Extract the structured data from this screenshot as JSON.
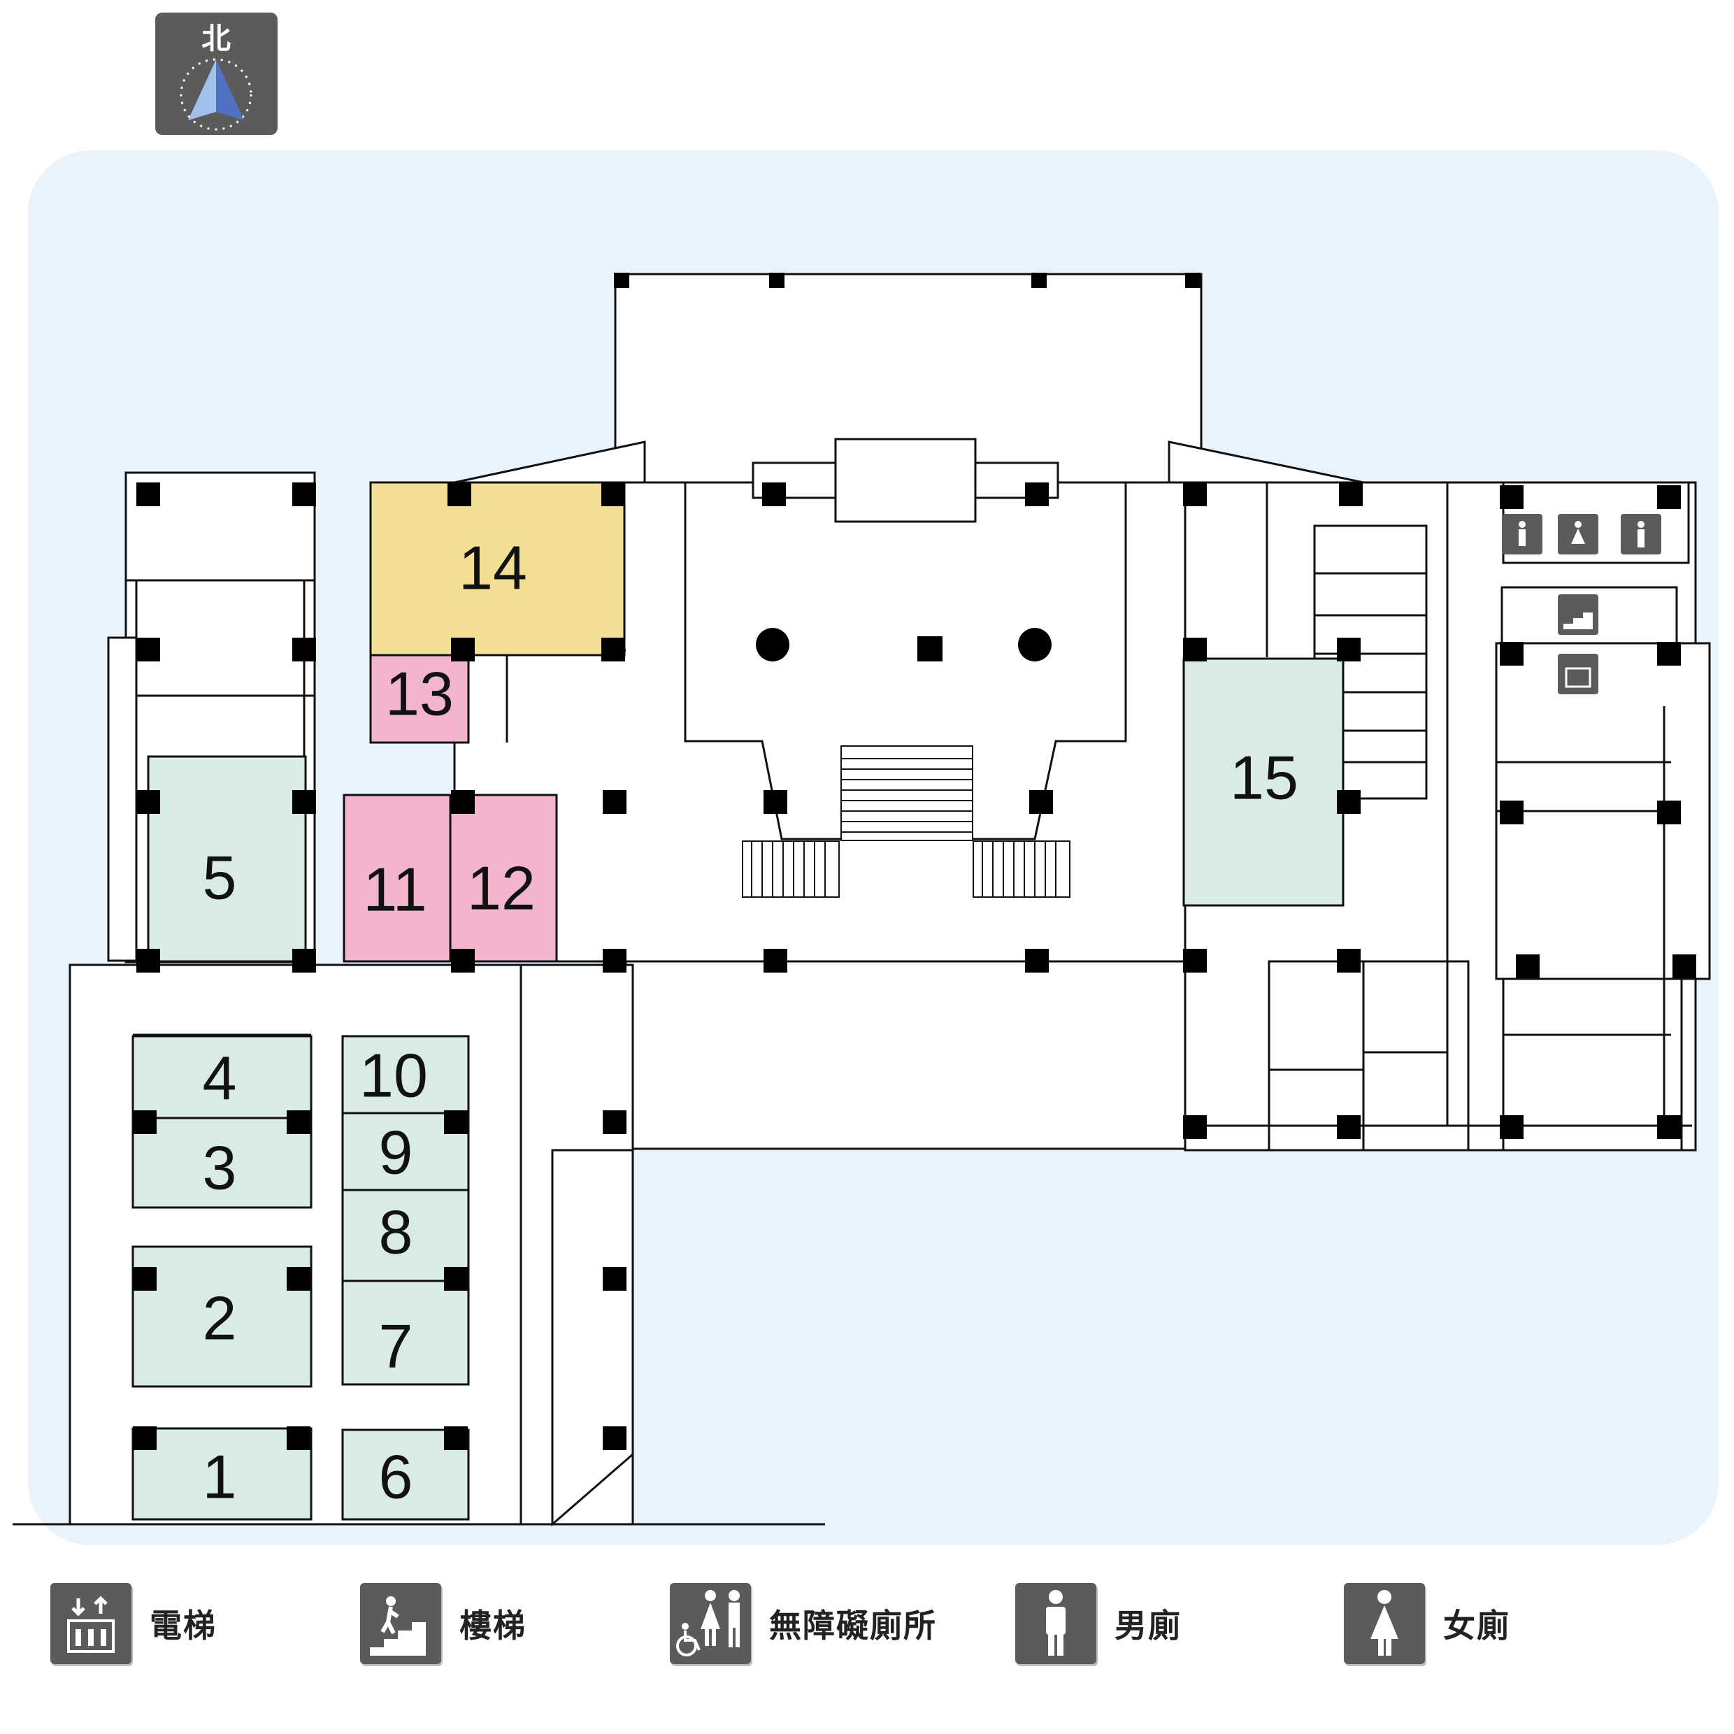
{
  "compass": {
    "label": "北"
  },
  "rooms": [
    {
      "id": "1",
      "label": "1",
      "color": "#d9ece4"
    },
    {
      "id": "2",
      "label": "2",
      "color": "#d9ece4"
    },
    {
      "id": "3",
      "label": "3",
      "color": "#d9ece4"
    },
    {
      "id": "4",
      "label": "4",
      "color": "#d9ece4"
    },
    {
      "id": "5",
      "label": "5",
      "color": "#d9ece4"
    },
    {
      "id": "6",
      "label": "6",
      "color": "#d9ece4"
    },
    {
      "id": "7",
      "label": "7",
      "color": "#d9ece4"
    },
    {
      "id": "8",
      "label": "8",
      "color": "#d9ece4"
    },
    {
      "id": "9",
      "label": "9",
      "color": "#d9ece4"
    },
    {
      "id": "10",
      "label": "10",
      "color": "#d9ece4"
    },
    {
      "id": "11",
      "label": "11",
      "color": "#f3b5cd"
    },
    {
      "id": "12",
      "label": "12",
      "color": "#f3b5cd"
    },
    {
      "id": "13",
      "label": "13",
      "color": "#f3b5cd"
    },
    {
      "id": "14",
      "label": "14",
      "color": "#f3df94"
    },
    {
      "id": "15",
      "label": "15",
      "color": "#d9ece4"
    }
  ],
  "legend": [
    {
      "icon": "elevator-icon",
      "label": "電梯"
    },
    {
      "icon": "stairs-icon",
      "label": "樓梯"
    },
    {
      "icon": "accessible-restroom-icon",
      "label": "無障礙廁所"
    },
    {
      "icon": "mens-restroom-icon",
      "label": "男廁"
    },
    {
      "icon": "womens-restroom-icon",
      "label": "女廁"
    }
  ],
  "colors": {
    "background_zone": "#e8f3fc",
    "icon_bg": "#5b5b5b",
    "walls": "#111111"
  }
}
